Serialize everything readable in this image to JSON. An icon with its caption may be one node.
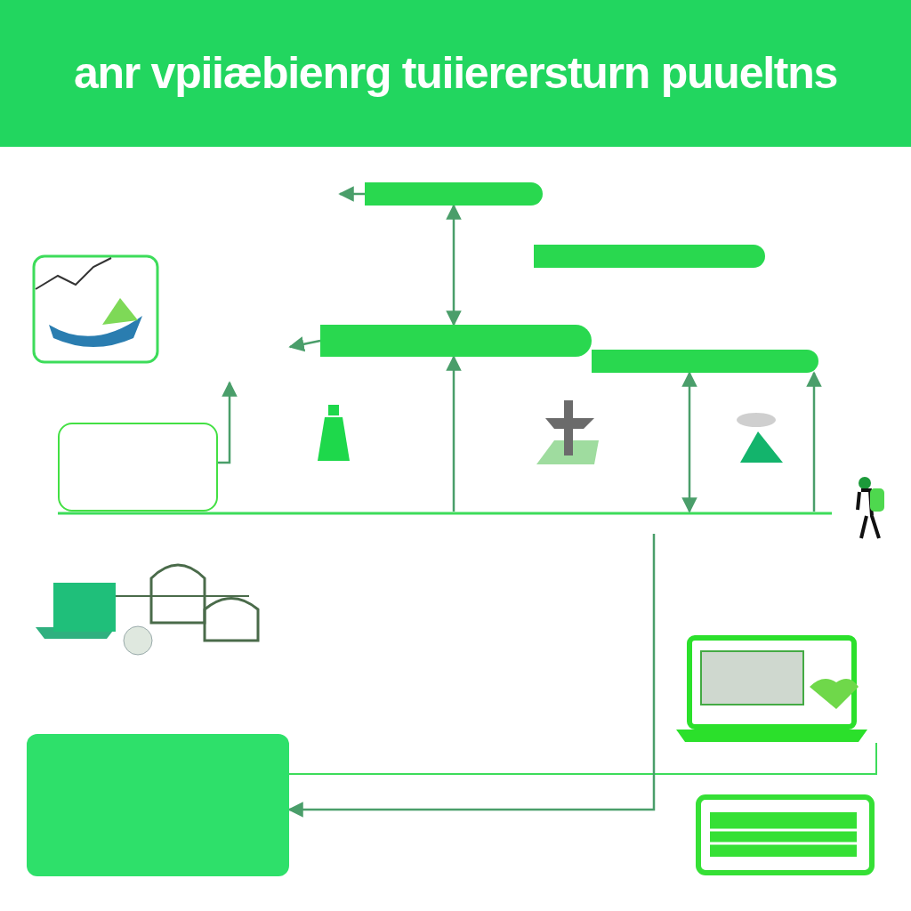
{
  "diagram": {
    "title": "anr vpiiæbienrg tuiierersturn puueltns",
    "nodes": [
      {
        "text": [],
        "shape": "box"
      },
      {
        "text": [],
        "shape": "box"
      },
      {
        "text": [],
        "shape": "box"
      },
      {
        "text": [],
        "shape": "box"
      },
      {
        "text": [],
        "shape": "picture"
      },
      {
        "text": [],
        "shape": "box"
      },
      {
        "text": [],
        "shape": "picture"
      },
      {
        "text": [],
        "shape": "picture"
      },
      {
        "text": [],
        "shape": "picture"
      },
      {
        "text": [],
        "shape": "picture"
      },
      {
        "text": [],
        "shape": "picture"
      },
      {
        "text": [],
        "shape": "box"
      },
      {
        "text": [],
        "shape": "picture"
      },
      {
        "text": [],
        "shape": "person"
      }
    ],
    "edges": [
      {
        "from": 2,
        "to": 0,
        "arrow": "both"
      },
      {
        "from": null,
        "to": 2,
        "arrow": "to"
      },
      {
        "from": 3,
        "to": null,
        "arrow": "both"
      },
      {
        "from": null,
        "to": 3,
        "arrow": "to"
      },
      {
        "from": 0,
        "to": null,
        "arrow": "to"
      },
      {
        "from": 2,
        "to": null,
        "arrow": "to"
      },
      {
        "from": null,
        "to": 11,
        "arrow": "to"
      },
      {
        "from": 5,
        "to": null,
        "arrow": "to"
      }
    ]
  }
}
